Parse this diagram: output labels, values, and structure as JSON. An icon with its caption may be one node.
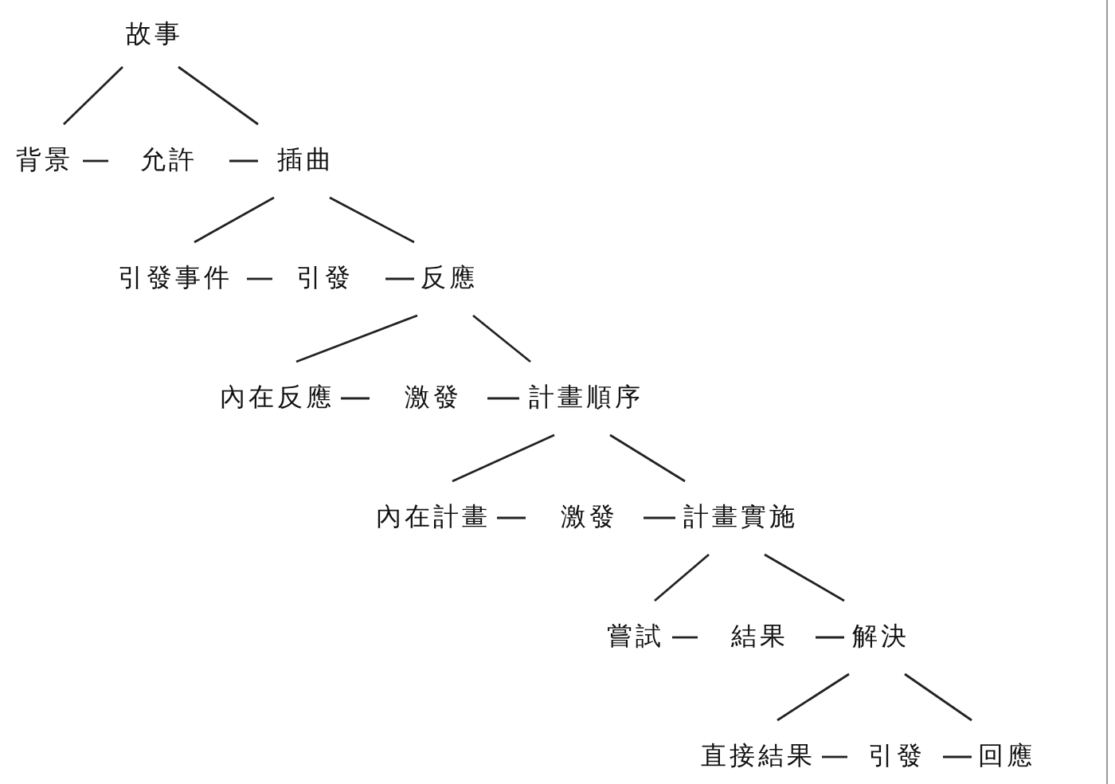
{
  "diagram": {
    "nodes": [
      {
        "text": [
          "故事"
        ]
      },
      {
        "text": [
          "背景"
        ]
      },
      {
        "text": [
          "允許"
        ]
      },
      {
        "text": [
          "插曲"
        ]
      },
      {
        "text": [
          "引發事件"
        ]
      },
      {
        "text": [
          "引發"
        ]
      },
      {
        "text": [
          "反應"
        ]
      },
      {
        "text": [
          "內在反應"
        ]
      },
      {
        "text": [
          "激發"
        ]
      },
      {
        "text": [
          "計畫順序"
        ]
      },
      {
        "text": [
          "內在計畫"
        ]
      },
      {
        "text": [
          "激發"
        ]
      },
      {
        "text": [
          "計畫實施"
        ]
      },
      {
        "text": [
          "嘗試"
        ]
      },
      {
        "text": [
          "結果"
        ]
      },
      {
        "text": [
          "解決"
        ]
      },
      {
        "text": [
          "直接結果"
        ]
      },
      {
        "text": [
          "引發"
        ]
      },
      {
        "text": [
          "回應"
        ]
      }
    ],
    "edges": [
      {
        "from": 0,
        "to": 1,
        "arrow": "none"
      },
      {
        "from": 0,
        "to": 3,
        "arrow": "none"
      },
      {
        "from": 1,
        "to": 2,
        "arrow": "none"
      },
      {
        "from": 2,
        "to": 3,
        "arrow": "none"
      },
      {
        "from": 3,
        "to": 4,
        "arrow": "none"
      },
      {
        "from": 3,
        "to": 6,
        "arrow": "none"
      },
      {
        "from": 4,
        "to": 5,
        "arrow": "none"
      },
      {
        "from": 5,
        "to": 6,
        "arrow": "none"
      },
      {
        "from": 6,
        "to": 7,
        "arrow": "none"
      },
      {
        "from": 6,
        "to": 9,
        "arrow": "none"
      },
      {
        "from": 7,
        "to": 8,
        "arrow": "none"
      },
      {
        "from": 8,
        "to": 9,
        "arrow": "none"
      },
      {
        "from": 9,
        "to": 10,
        "arrow": "none"
      },
      {
        "from": 9,
        "to": 12,
        "arrow": "none"
      },
      {
        "from": 10,
        "to": 11,
        "arrow": "none"
      },
      {
        "from": 11,
        "to": 12,
        "arrow": "none"
      },
      {
        "from": 12,
        "to": 13,
        "arrow": "none"
      },
      {
        "from": 12,
        "to": 15,
        "arrow": "none"
      },
      {
        "from": 13,
        "to": 14,
        "arrow": "none"
      },
      {
        "from": 14,
        "to": 15,
        "arrow": "none"
      },
      {
        "from": 15,
        "to": 16,
        "arrow": "none"
      },
      {
        "from": 15,
        "to": 18,
        "arrow": "none"
      },
      {
        "from": 16,
        "to": 17,
        "arrow": "none"
      },
      {
        "from": 17,
        "to": 18,
        "arrow": "none"
      }
    ]
  }
}
